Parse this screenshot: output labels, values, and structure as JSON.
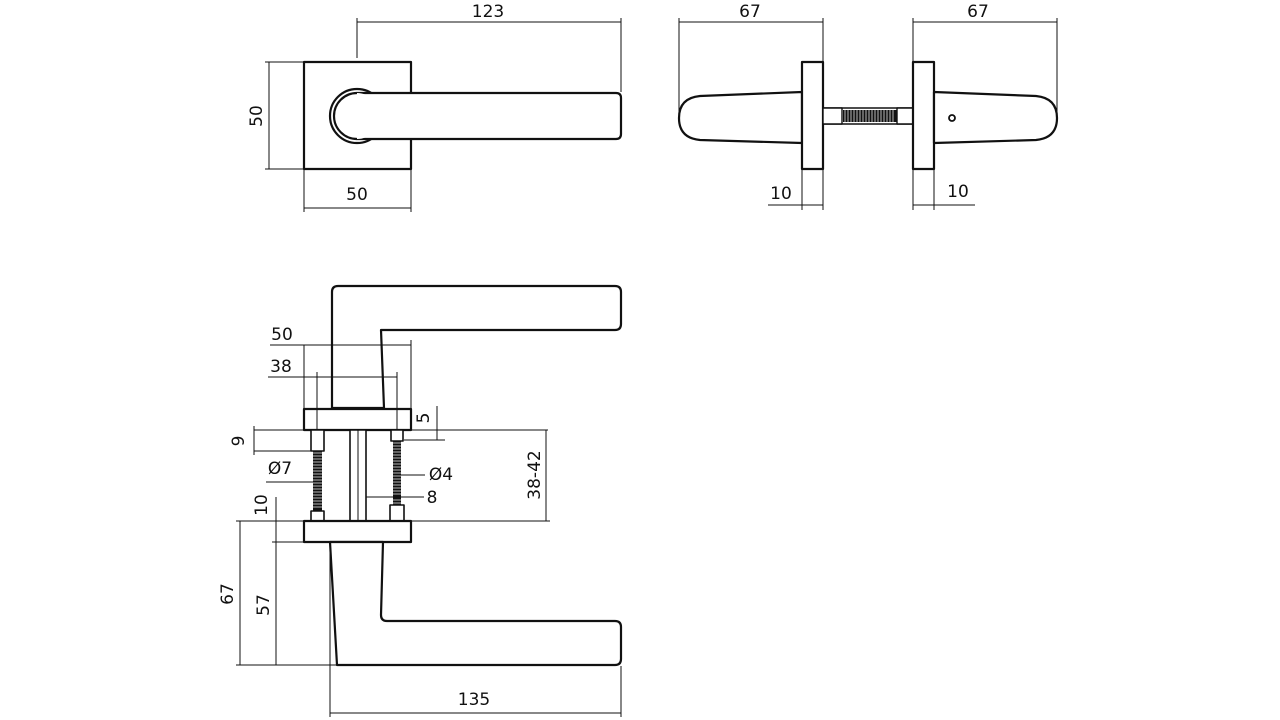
{
  "colors": {
    "line": "#111111",
    "background": "#ffffff"
  },
  "front_view": {
    "rose_height": "50",
    "rose_width": "50",
    "lever_length": "123"
  },
  "side_view": {
    "left_lever_projection": "67",
    "right_lever_projection": "67",
    "left_rose_thickness": "10",
    "right_rose_thickness": "10"
  },
  "top_view": {
    "rose_width": "50",
    "screw_spacing": "38",
    "rose_thickness_top": "5",
    "screw_head_height": "9",
    "screw_diameter": "Ø7",
    "rod_diameter": "Ø4",
    "spindle_size": "8",
    "door_thickness": "38-42",
    "rose_thickness_bottom": "10",
    "overall_height": "67",
    "lever_height": "57",
    "lever_length": "135"
  }
}
